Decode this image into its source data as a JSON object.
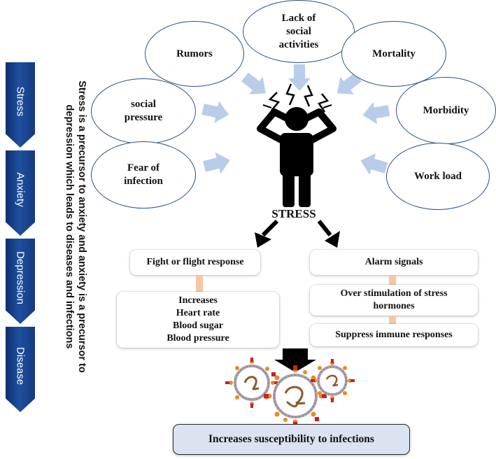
{
  "stages": [
    "Stress",
    "Anxiety",
    "Depression",
    "Disease"
  ],
  "caption": "Stress is a precursor to anxiety and anxiety is a precursor to depression which leads to diseases and infections",
  "causes": {
    "rumors": "Rumors",
    "lack": [
      "Lack of",
      "social",
      "activities"
    ],
    "mortality": "Mortality",
    "social_pressure": [
      "social",
      "pressure"
    ],
    "morbidity": "Morbidity",
    "fear": [
      "Fear of",
      "infection"
    ],
    "workload": "Work load"
  },
  "center_label": "STRESS",
  "left_branch": {
    "title": "Fight or flight response",
    "items": [
      "Increases",
      "Heart rate",
      "Blood sugar",
      "Blood pressure"
    ]
  },
  "right_branch": {
    "title": "Alarm signals",
    "overstim": [
      "Over stimulation of stress",
      "hormones"
    ],
    "suppress": "Suppress immune responses"
  },
  "outcome": "Increases susceptibility to infections",
  "colors": {
    "chevron": "#1a418a",
    "ellipse_border": "#2d4f86",
    "arrow_light": "#b9cdea",
    "connector": "#f6c6a6",
    "outcome_fill": "#dbe3f1"
  }
}
